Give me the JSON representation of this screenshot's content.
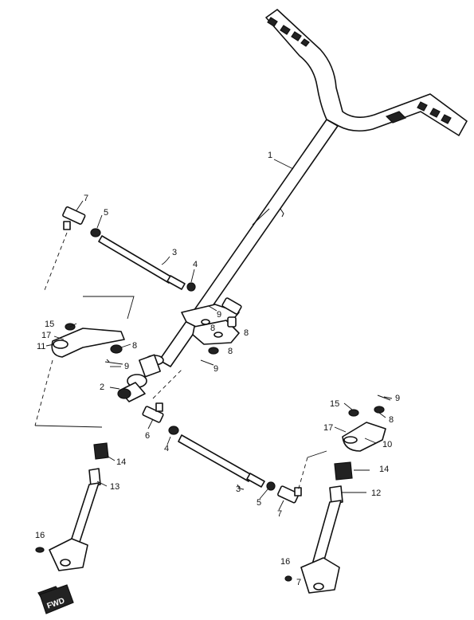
{
  "callouts": [
    {
      "id": "c1",
      "text": "1"
    },
    {
      "id": "c2",
      "text": "2"
    },
    {
      "id": "c3a",
      "text": "3"
    },
    {
      "id": "c3b",
      "text": "3"
    },
    {
      "id": "c4a",
      "text": "4"
    },
    {
      "id": "c4b",
      "text": "4"
    },
    {
      "id": "c5a",
      "text": "5"
    },
    {
      "id": "c5b",
      "text": "5"
    },
    {
      "id": "c6",
      "text": "6"
    },
    {
      "id": "c7a",
      "text": "7"
    },
    {
      "id": "c7b",
      "text": "7"
    },
    {
      "id": "c7c",
      "text": "7"
    },
    {
      "id": "c8a",
      "text": "8"
    },
    {
      "id": "c8b",
      "text": "8"
    },
    {
      "id": "c8c",
      "text": "8"
    },
    {
      "id": "c8d",
      "text": "8"
    },
    {
      "id": "c8e",
      "text": "8"
    },
    {
      "id": "c9a",
      "text": "9"
    },
    {
      "id": "c9b",
      "text": "9"
    },
    {
      "id": "c9c",
      "text": "9"
    },
    {
      "id": "c9d",
      "text": "9"
    },
    {
      "id": "c10",
      "text": "10"
    },
    {
      "id": "c11",
      "text": "11"
    },
    {
      "id": "c12",
      "text": "12"
    },
    {
      "id": "c13",
      "text": "13"
    },
    {
      "id": "c14a",
      "text": "14"
    },
    {
      "id": "c14b",
      "text": "14"
    },
    {
      "id": "c15a",
      "text": "15"
    },
    {
      "id": "c15b",
      "text": "15"
    },
    {
      "id": "c16a",
      "text": "16"
    },
    {
      "id": "c16b",
      "text": "16"
    },
    {
      "id": "c17a",
      "text": "17"
    },
    {
      "id": "c17b",
      "text": "17"
    }
  ],
  "logo_text": "FWD"
}
